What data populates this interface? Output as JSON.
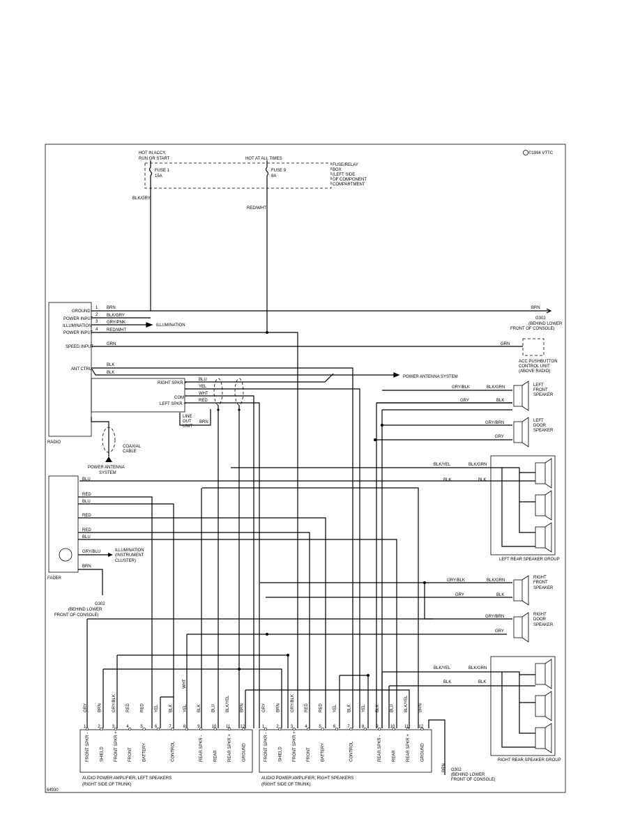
{
  "copyright": "©1994 VTTC",
  "figure_id": "64930",
  "fuse_box": {
    "hot_accy": [
      "HOT IN ACCY,",
      "RUN OR START"
    ],
    "hot_all": "HOT AT ALL TIMES",
    "fuse1": [
      "FUSE 1",
      "15A"
    ],
    "fuse9": [
      "FUSE 9",
      "8A"
    ],
    "desc": [
      "FUSE/RELAY",
      "BOX",
      "(LEFT SIDE",
      "OF COMPONENT",
      "COMPARTMENT"
    ],
    "wire1": "BLK/GRY",
    "wire9": "RED/WHT"
  },
  "radio": {
    "label": "RADIO",
    "pins": [
      "GROUND",
      "POWER INPUT",
      "ILLUMINATION",
      "POWER INPUT",
      "SPEED INPUT",
      "ANT CTRL"
    ],
    "pin_nums": [
      "1",
      "2",
      "3",
      "4"
    ],
    "wires": [
      "BRN",
      "BLK/GRY",
      "GRY/PNK",
      "RED/WHT",
      "GRN",
      "BLK",
      "BLK"
    ],
    "illumination": "ILLUMINATION",
    "power_antenna": "POWER ANTENNA SYSTEM"
  },
  "line_out": {
    "pins": [
      "RIGHT SPKR +",
      "COM",
      "LEFT SPKR +"
    ],
    "wires": [
      "BLU",
      "YEL",
      "WHT",
      "RED"
    ],
    "label": [
      "LINE",
      "OUT",
      "UNIT"
    ],
    "ground_wire": "BRN"
  },
  "coax": [
    "COAXIAL",
    "CABLE"
  ],
  "antenna": [
    "POWER ANTENNA",
    "SYSTEM"
  ],
  "g302": [
    "G302",
    "(BEHIND LOWER",
    "FRONT OF CONSOLE)"
  ],
  "acc": [
    "ACC PUSHBUTTON",
    "CONTROL UNIT",
    "(ABOVE RADIO)"
  ],
  "acc_wire": "GRN",
  "speakers": {
    "left_front": [
      "LEFT",
      "FRONT",
      "SPEAKER"
    ],
    "left_door": [
      "LEFT",
      "DOOR",
      "SPEAKER"
    ],
    "right_front": [
      "RIGHT",
      "FRONT",
      "SPEAKER"
    ],
    "right_door": [
      "RIGHT",
      "DOOR",
      "SPEAKER"
    ],
    "left_rear_group": "LEFT REAR SPEAKER GROUP",
    "right_rear_group": "RIGHT REAR SPEAKER GROUP",
    "wires_front": [
      "GRY/BLK",
      "BLK/GRN",
      "GRY",
      "BLK"
    ],
    "wires_door": [
      "GRY/BRN",
      "GRY"
    ],
    "wires_rear": [
      "BLK/YEL",
      "BLK/GRN",
      "BLK",
      "BLK"
    ]
  },
  "fader": {
    "label": "FADER",
    "wires": [
      "BLU",
      "RED",
      "BLU",
      "RED",
      "RED",
      "BLU",
      "GRY/BLU",
      "BRN"
    ],
    "illumination": [
      "ILLUMINATION",
      "(INSTRUMENT",
      "CLUSTER)"
    ]
  },
  "amp_left": {
    "title": [
      "AUDIO POWER AMPLIFIER, LEFT SPEAKERS",
      "(RIGHT SIDE OF TRUNK)"
    ],
    "wires": [
      "GRY",
      "BRN",
      "GRY/BLK",
      "RED",
      "RED",
      "YEL",
      "BLK",
      "YEL",
      "BLK",
      "BLU",
      "BLK/YEL",
      "BRN"
    ],
    "pins": [
      "FRONT SPKR -",
      "SHIELD",
      "FRONT SPKR +",
      "FRONT",
      "BATTERY",
      "",
      "CONTROL",
      "",
      "REAR SPKR -",
      "REAR",
      "REAR SPKR +",
      "GROUND"
    ],
    "nums": [
      "1",
      "2",
      "3",
      "4",
      "5",
      "6",
      "7",
      "8",
      "9",
      "10",
      "11",
      "12"
    ],
    "wht": "WHT"
  },
  "amp_right": {
    "title": [
      "AUDIO POWER AMPLIFIER, RIGHT SPEAKERS",
      "(RIGHT SIDE OF TRUNK)"
    ],
    "wires": [
      "GRY",
      "BRN",
      "GRY/BLK",
      "RED",
      "RED",
      "YEL",
      "BLK",
      "YEL",
      "BLK",
      "BLU",
      "BLK/YEL",
      "BRN"
    ],
    "pins": [
      "FRONT SPKR -",
      "SHIELD",
      "FRONT SPKR +",
      "FRONT",
      "BATTERY",
      "",
      "CONTROL",
      "",
      "REAR SPKR -",
      "REAR",
      "REAR SPKR +",
      "GROUND"
    ],
    "nums": [
      "1",
      "2",
      "3",
      "4",
      "5",
      "6",
      "7",
      "8",
      "9",
      "10",
      "11",
      "12"
    ],
    "ground_wire": "BRN"
  }
}
